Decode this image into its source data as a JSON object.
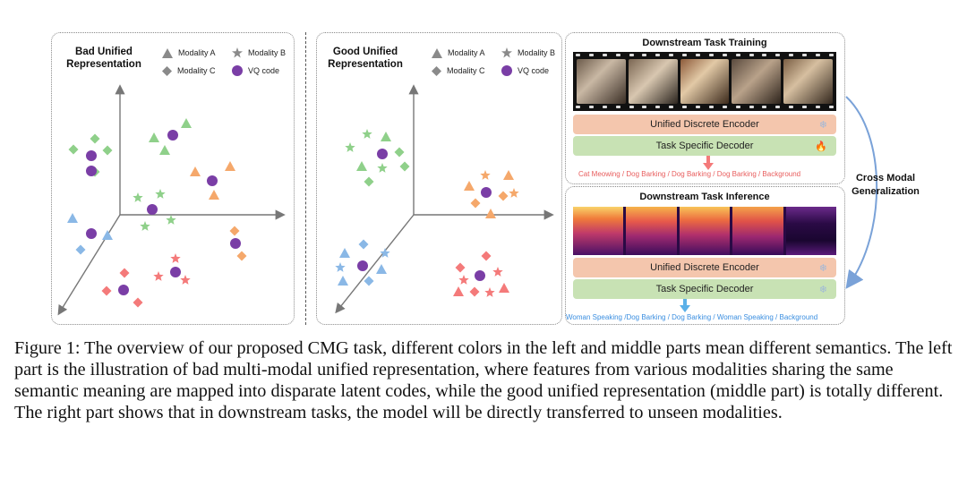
{
  "left_panel": {
    "title": "Bad Unified\nRepresentation"
  },
  "middle_panel": {
    "title": "Good Unified\nRepresentation"
  },
  "legend": {
    "modality_a": "Modality A",
    "modality_b": "Modality B",
    "modality_c": "Modality C",
    "vq_code": "VQ code"
  },
  "colors": {
    "green": "#8fd08a",
    "orange": "#f5a86b",
    "blue": "#8ab8e6",
    "red": "#f47a7a",
    "purple": "#7a3ea6",
    "gray": "#8a8a8a"
  },
  "right_panel": {
    "training_title": "Downstream Task Training",
    "inference_title": "Downstream Task Inference",
    "encoder_label": "Unified Discrete Encoder",
    "decoder_label": "Task Specific Decoder",
    "training_outputs": "Cat Meowing / Dog Barking / Dog Barking / Dog Barking / Background",
    "inference_outputs": "Woman Speaking /Dog Barking / Dog Barking / Woman Speaking / Background",
    "side_label": "Cross Modal\nGeneralization",
    "frozen_icon": "snowflake-icon",
    "trainable_icon": "fire-icon"
  },
  "caption": "Figure 1:  The overview of our proposed CMG task, different colors in the left and middle parts mean different semantics. The left part is the illustration of bad multi-modal unified representation, where features from various modalities sharing the same semantic meaning are mapped into disparate latent codes, while the good unified representation (middle part) is totally different. The right part shows that in downstream tasks, the model will be directly transferred to unseen modalities."
}
